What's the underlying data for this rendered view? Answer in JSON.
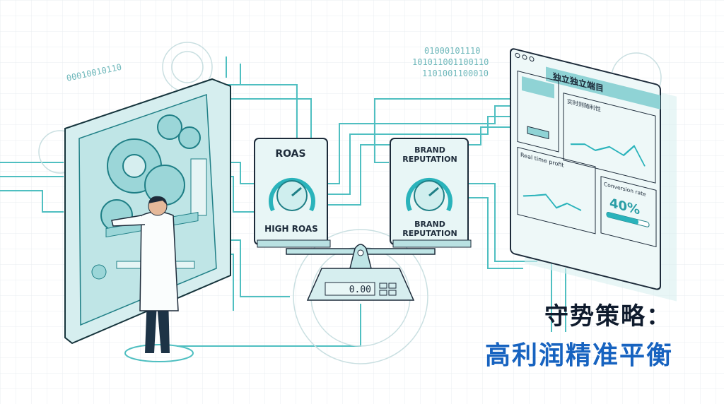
{
  "binary": [
    "01000101110",
    "101011001100110",
    "1101001100010"
  ],
  "left_binary": "00010010110",
  "cards": {
    "roas": {
      "title": "ROAS",
      "caption": "HIGH ROAS"
    },
    "brand": {
      "title_line1": "BRAND",
      "title_line2": "REPUTATION",
      "caption_line1": "BRAND",
      "caption_line2": "REPUTATION"
    }
  },
  "scale": {
    "display": "0.00"
  },
  "dashboard": {
    "title": "独立独立端目",
    "chart1_label": "实时则随利性",
    "chart2_label": "Real time profit",
    "conversion_label": "Conversion rate",
    "conversion_value": "40%",
    "conversion_progress": 0.75
  },
  "headline": {
    "line1": "守势策略：",
    "line2": "高利润精准平衡"
  },
  "colors": {
    "teal": "#3bb6b8",
    "dark_teal": "#1f7f86",
    "blue": "#1763c0",
    "ink": "#0f1b2d"
  }
}
